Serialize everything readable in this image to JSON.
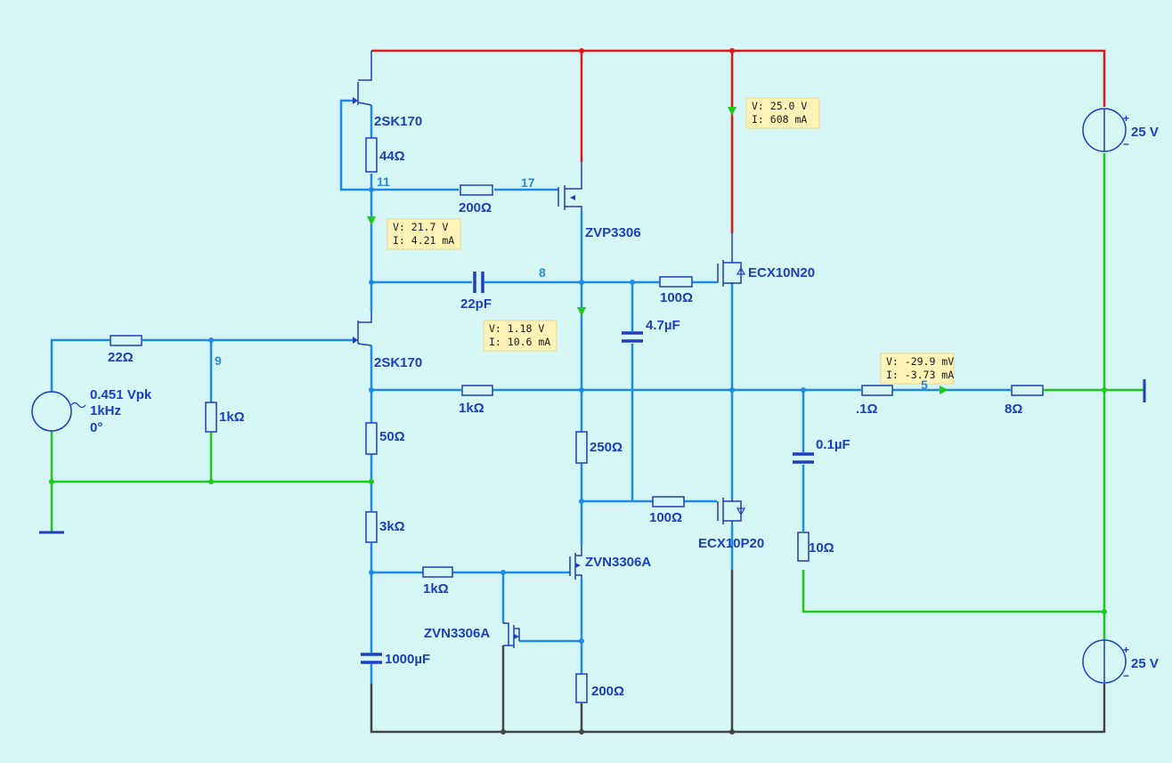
{
  "labels": {
    "jfet_top": "2SK170",
    "jfet_bottom": "2SK170",
    "r_44": "44Ω",
    "r_200_top": "200Ω",
    "zvp": "ZVP3306",
    "ecx_n": "ECX10N20",
    "ecx_p": "ECX10P20",
    "c_22p": "22pF",
    "r_100_top": "100Ω",
    "c_47u": "4.7µF",
    "r_22": "22Ω",
    "src_amp": "0.451 Vpk",
    "src_freq": "1kHz",
    "src_phase": "0°",
    "r_1k_in": "1kΩ",
    "r_50": "50Ω",
    "r_1k_mid": "1kΩ",
    "r_250": "250Ω",
    "r_100_bot": "100Ω",
    "r_01": ".1Ω",
    "r_8": "8Ω",
    "c_01u": "0.1µF",
    "r_10": "10Ω",
    "r_3k": "3kΩ",
    "r_1k_bot": "1kΩ",
    "zvn_1": "ZVN3306A",
    "zvn_2": "ZVN3306A",
    "c_1000u": "1000µF",
    "r_200_bot": "200Ω",
    "supply_top": "25 V",
    "supply_bottom": "25 V",
    "plus_top": "+",
    "minus_top": "−",
    "plus_bot": "+",
    "minus_bot": "−"
  },
  "nodes": {
    "n11": "11",
    "n17": "17",
    "n8": "8",
    "n9": "9",
    "n5": "5"
  },
  "probes": {
    "p1_v": "V: 25.0 V",
    "p1_i": "I: 608 mA",
    "p2_v": "V: 21.7 V",
    "p2_i": "I: 4.21 mA",
    "p3_v": "V: 1.18 V",
    "p3_i": "I: 10.6 mA",
    "p4_v": "V: -29.9 mV",
    "p4_i": "I: -3.73 mA"
  },
  "colors": {
    "background": "#d6f6f6",
    "wire_blue": "#1e8ae6",
    "wire_red": "#e01818",
    "wire_green": "#1ec81e",
    "wire_dark": "#444444",
    "component": "#1a3fbf",
    "probe_bg": "#fff3b8"
  }
}
